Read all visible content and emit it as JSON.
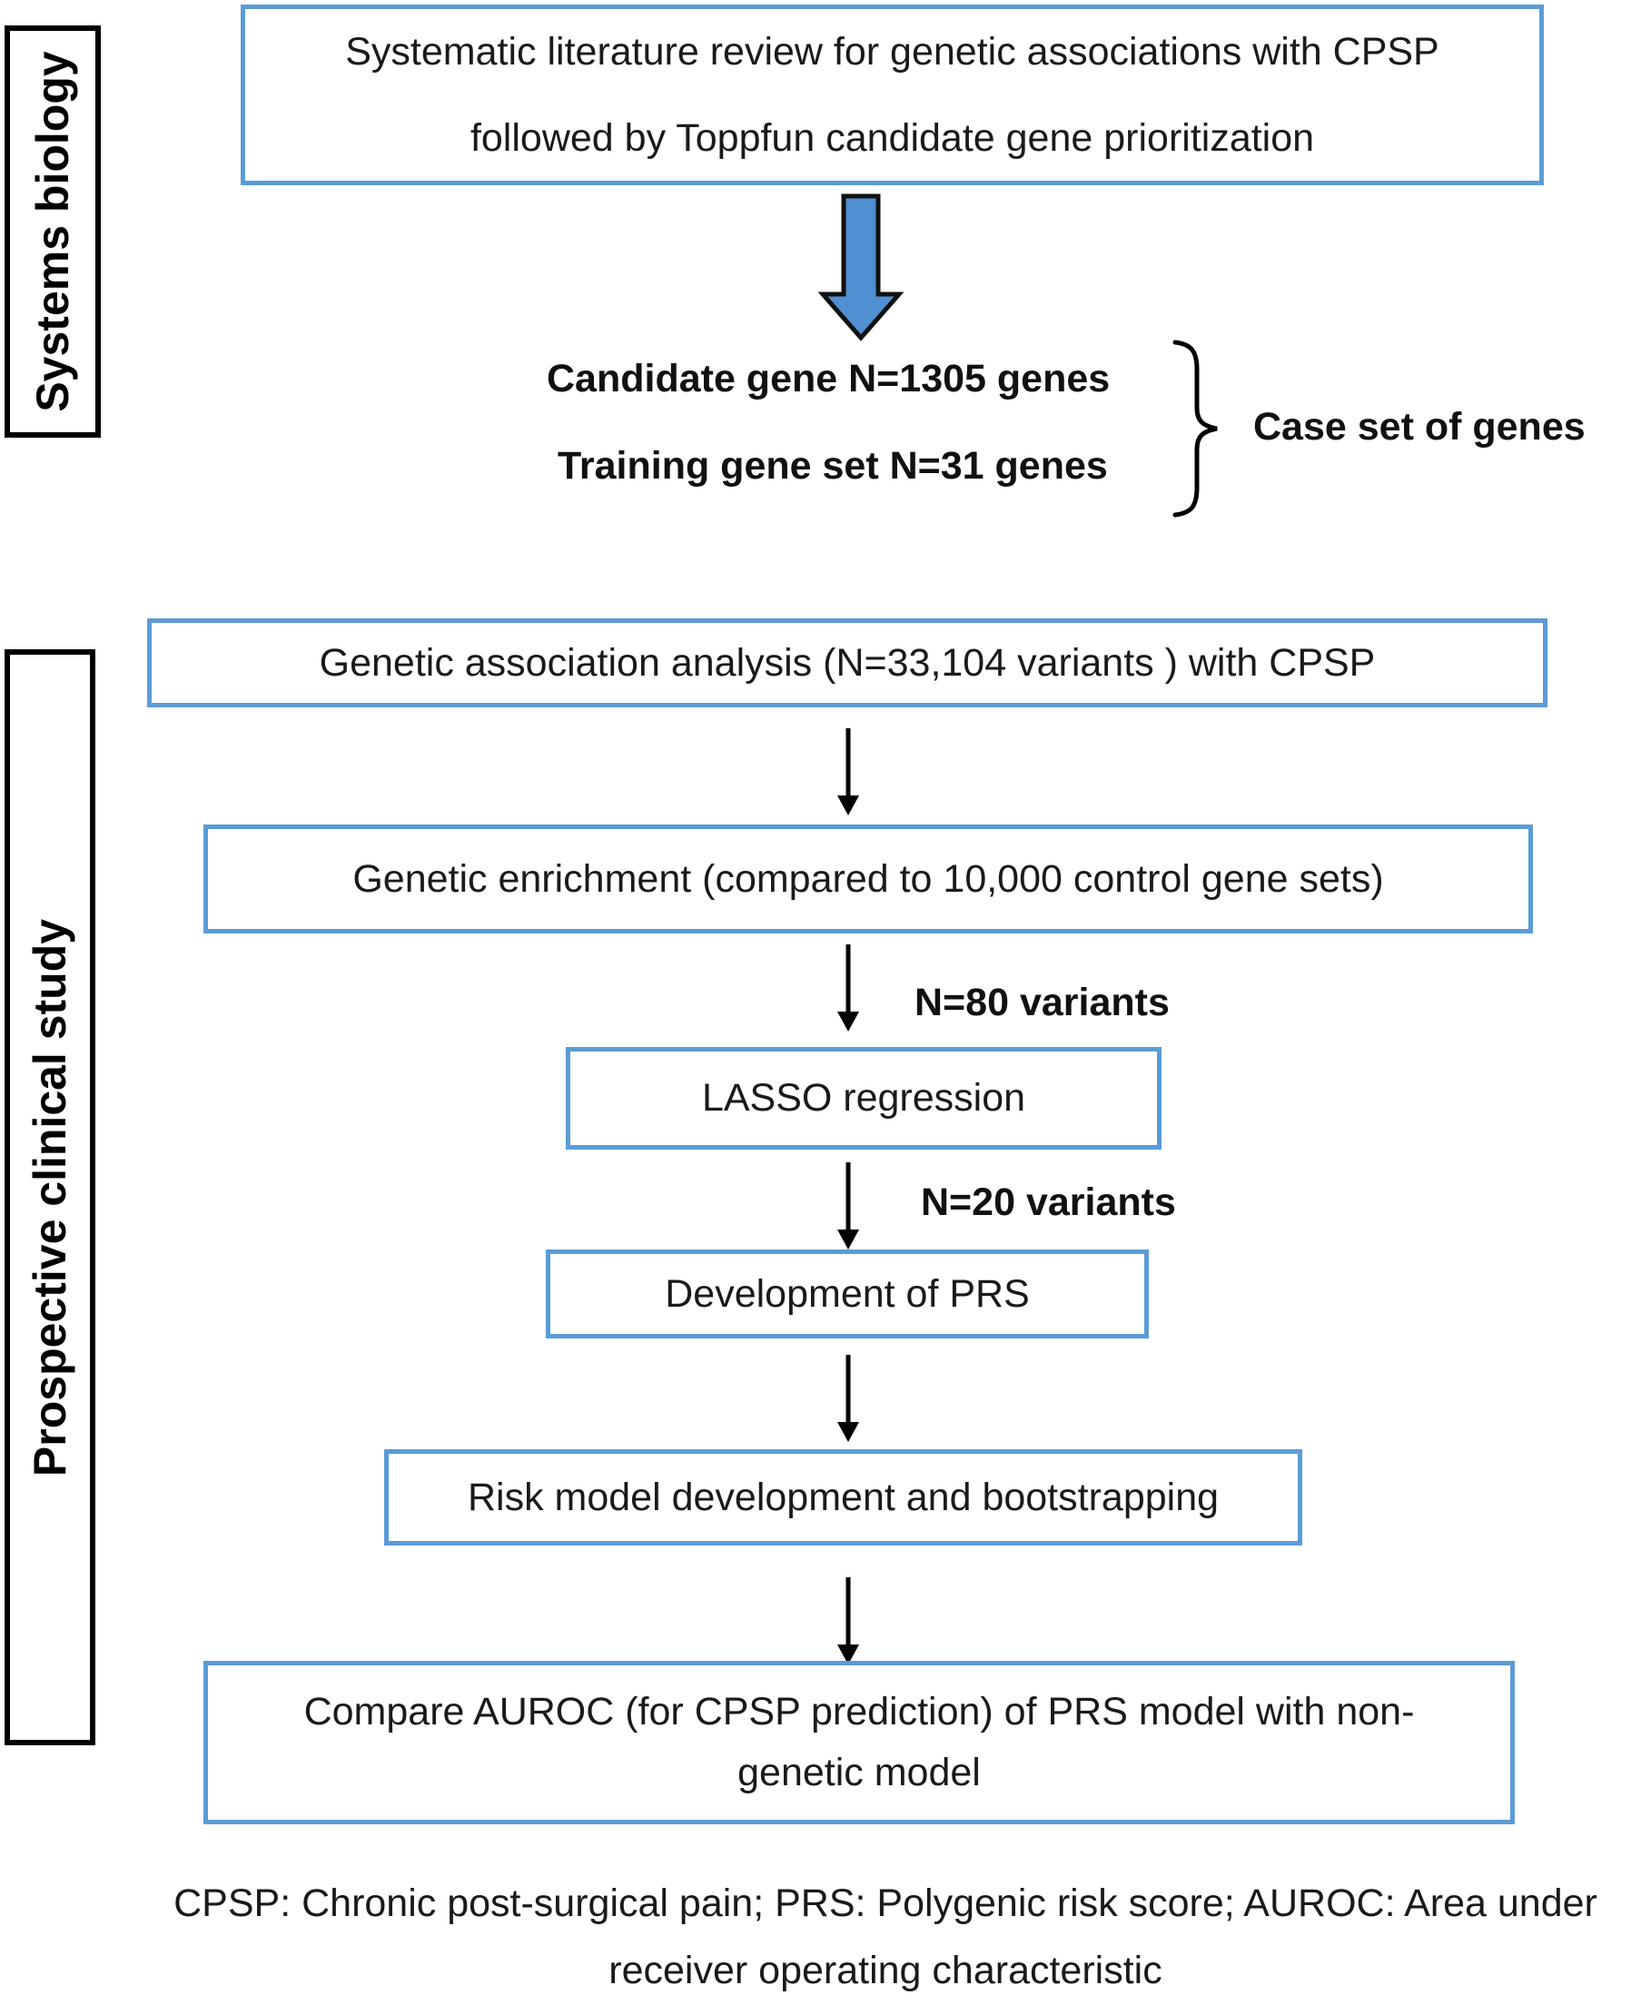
{
  "sections": {
    "systems_biology": "Systems biology",
    "prospective_clinical_study": "Prospective clinical study"
  },
  "boxes": {
    "literature_review": "Systematic literature review for genetic associations with CPSP followed by Toppfun candidate gene prioritization",
    "association_analysis": "Genetic association analysis (N=33,104 variants ) with CPSP",
    "enrichment": "Genetic enrichment  (compared to 10,000 control gene sets)",
    "lasso": "LASSO regression",
    "prs": "Development of PRS",
    "risk_model": "Risk model development and bootstrapping",
    "auroc": "Compare AUROC (for CPSP prediction) of PRS model with non-genetic model"
  },
  "gene_sets": {
    "candidate": "Candidate gene N=1305 genes",
    "training": "Training gene set N=31 genes",
    "case_set": "Case set of genes"
  },
  "arrow_labels": {
    "n80": "N=80 variants",
    "n20": "N=20 variants"
  },
  "footnote": "CPSP: Chronic post-surgical pain; PRS: Polygenic risk score; AUROC: Area under receiver operating characteristic",
  "colors": {
    "box_border": "#5b9bd5",
    "big_arrow_fill": "#4f8fd2"
  }
}
